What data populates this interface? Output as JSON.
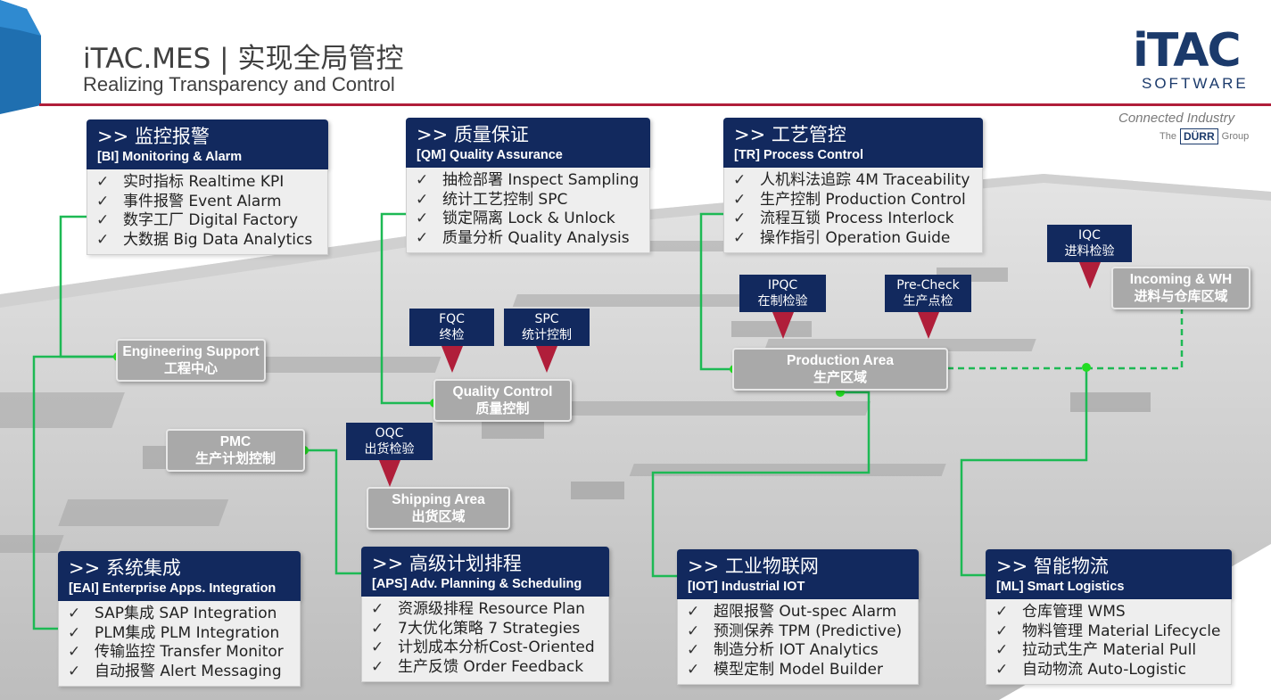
{
  "header": {
    "title": "iTAC.MES | 实现全局管控",
    "subtitle": "Realizing Transparency and Control"
  },
  "logo": {
    "main": "iTAC",
    "software": "SOFTWARE",
    "tagline": "Connected Industry",
    "group_prefix": "The",
    "group_brand": "DÜRR",
    "group_suffix": "Group"
  },
  "colors": {
    "accent_red": "#b01e3a",
    "navy": "#12295e",
    "connector_green": "#1db954",
    "area_grey": "#a9a9a9"
  },
  "check_mark": "✓",
  "modules": {
    "bi": {
      "title": ">> 监控报警",
      "code": "[BI] Monitoring & Alarm",
      "items": [
        "实时指标 Realtime KPI",
        "事件报警 Event Alarm",
        "数字工厂 Digital Factory",
        "大数据 Big Data Analytics"
      ]
    },
    "qm": {
      "title": ">> 质量保证",
      "code": "[QM] Quality Assurance",
      "items": [
        "抽检部署 Inspect Sampling",
        "统计工艺控制 SPC",
        "锁定隔离 Lock & Unlock",
        "质量分析 Quality Analysis"
      ]
    },
    "tr": {
      "title": ">> 工艺管控",
      "code": "[TR] Process Control",
      "items": [
        "人机料法追踪 4M Traceability",
        "生产控制 Production Control",
        "流程互锁 Process Interlock",
        "操作指引 Operation Guide"
      ]
    },
    "eai": {
      "title": ">> 系统集成",
      "code": "[EAI] Enterprise Apps. Integration",
      "items": [
        "SAP集成 SAP Integration",
        "PLM集成 PLM Integration",
        "传输监控 Transfer Monitor",
        "自动报警 Alert Messaging"
      ]
    },
    "aps": {
      "title": ">> 高级计划排程",
      "code": "[APS] Adv. Planning & Scheduling",
      "items": [
        "资源级排程 Resource Plan",
        "7大优化策略 7 Strategies",
        "计划成本分析Cost-Oriented",
        "生产反馈 Order Feedback"
      ]
    },
    "iot": {
      "title": ">> 工业物联网",
      "code": "[IOT] Industrial IOT",
      "items": [
        "超限报警 Out-spec Alarm",
        "预测保养 TPM (Predictive)",
        "制造分析 IOT Analytics",
        "模型定制 Model Builder"
      ]
    },
    "ml": {
      "title": ">> 智能物流",
      "code": "[ML] Smart Logistics",
      "items": [
        "仓库管理 WMS",
        "物料管理 Material Lifecycle",
        "拉动式生产 Material Pull",
        "自动物流 Auto-Logistic"
      ]
    }
  },
  "areas": {
    "engineering": {
      "en": "Engineering Support",
      "cn": "工程中心"
    },
    "pmc": {
      "en": "PMC",
      "cn": "生产计划控制"
    },
    "quality": {
      "en": "Quality Control",
      "cn": "质量控制"
    },
    "shipping": {
      "en": "Shipping Area",
      "cn": "出货区域"
    },
    "production": {
      "en": "Production Area",
      "cn": "生产区域"
    },
    "incoming": {
      "en": "Incoming & WH",
      "cn": "进料与仓库区域"
    }
  },
  "markers": {
    "fqc": {
      "en": "FQC",
      "cn": "终检"
    },
    "spc": {
      "en": "SPC",
      "cn": "统计控制"
    },
    "oqc": {
      "en": "OQC",
      "cn": "出货检验"
    },
    "ipqc": {
      "en": "IPQC",
      "cn": "在制检验"
    },
    "precheck": {
      "en": "Pre-Check",
      "cn": "生产点检"
    },
    "iqc": {
      "en": "IQC",
      "cn": "进料检验"
    }
  }
}
